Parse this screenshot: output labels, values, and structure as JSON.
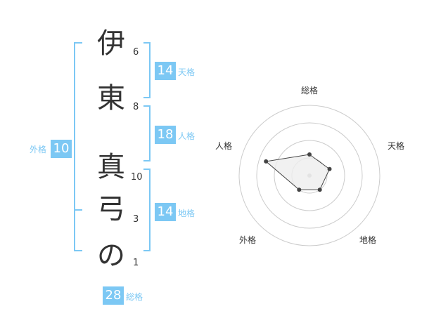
{
  "name": {
    "characters": [
      "伊",
      "東",
      "真",
      "弓",
      "の"
    ],
    "strokes": [
      "6",
      "8",
      "10",
      "3",
      "1"
    ]
  },
  "scores": {
    "gaikaku": {
      "value": "10",
      "label": "外格"
    },
    "tenkaku": {
      "value": "14",
      "label": "天格"
    },
    "jinkaku": {
      "value": "18",
      "label": "人格"
    },
    "chikaku": {
      "value": "14",
      "label": "地格"
    },
    "soukaku": {
      "value": "28",
      "label": "総格"
    }
  },
  "radar": {
    "axes": [
      "総格",
      "天格",
      "地格",
      "外格",
      "人格"
    ],
    "values": [
      0.3,
      0.3,
      0.25,
      0.25,
      0.65
    ],
    "max": 1,
    "rings": 4,
    "colors": {
      "ring": "#cccccc",
      "fill": "#eeeeee",
      "stroke": "#444444",
      "center": "#bbbbbb"
    }
  },
  "colors": {
    "accent": "#7cc8f4",
    "text": "#333333"
  }
}
